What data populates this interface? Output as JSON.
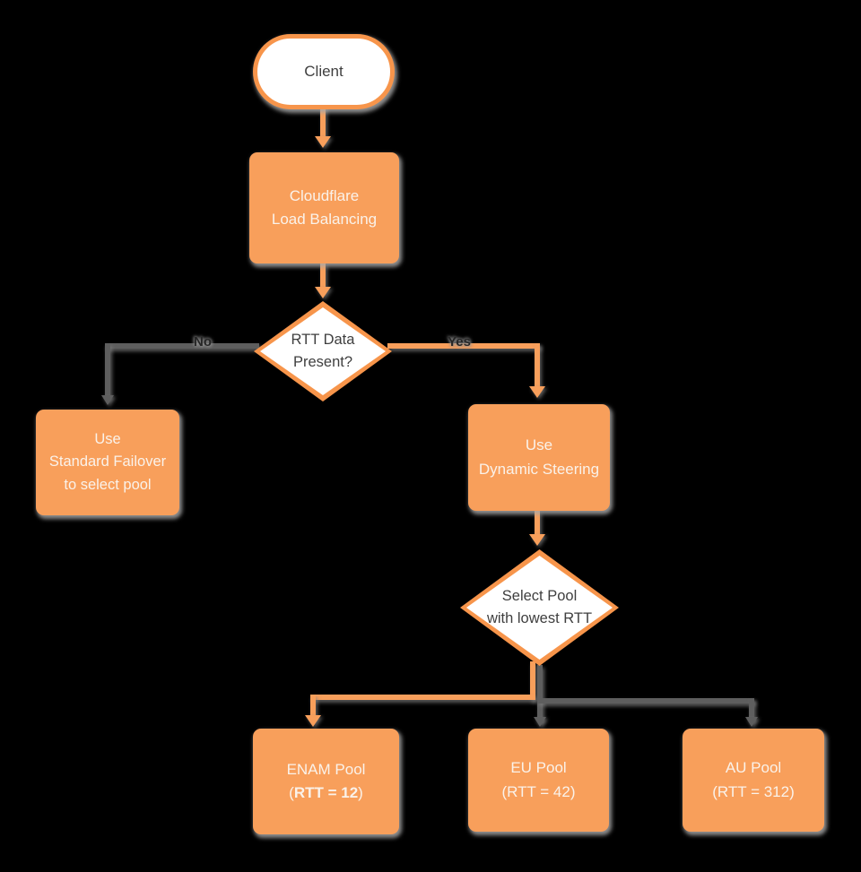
{
  "diagram": {
    "title": "Cloudflare Load Balancing decision flowchart",
    "type": "flowchart"
  },
  "colors": {
    "background": "#000000",
    "node_fill_orange": "#F89F5B",
    "node_border_orange": "#F7954B",
    "connector_gray": "#5E5E5E",
    "connector_orange": "#F89F5B",
    "text_on_orange": "#FAF2EA",
    "text_dark": "#3F3F3F"
  },
  "nodes": {
    "client": {
      "label": "Client",
      "shape": "stadium"
    },
    "load_balancing": {
      "line1": "Cloudflare",
      "line2": "Load Balancing",
      "shape": "rect"
    },
    "rtt_present": {
      "line1": "RTT Data",
      "line2": "Present?",
      "shape": "diamond"
    },
    "standard_failover": {
      "line1": "Use",
      "line2": "Standard Failover",
      "line3": "to select pool",
      "shape": "rect"
    },
    "dynamic_steering": {
      "line1": "Use",
      "line2": "Dynamic Steering",
      "shape": "rect"
    },
    "select_pool": {
      "line1": "Select Pool",
      "line2": "with lowest RTT",
      "shape": "diamond"
    },
    "enam_pool": {
      "line1": "ENAM Pool",
      "line2_open": "(",
      "line2_bold": "RTT = 12",
      "line2_close": ")",
      "shape": "rect"
    },
    "eu_pool": {
      "line1": "EU Pool",
      "line2": "(RTT = 42)",
      "shape": "rect"
    },
    "au_pool": {
      "line1": "AU Pool",
      "line2": "(RTT = 312)",
      "shape": "rect"
    }
  },
  "edges": {
    "no_label": "No",
    "yes_label": "Yes"
  }
}
